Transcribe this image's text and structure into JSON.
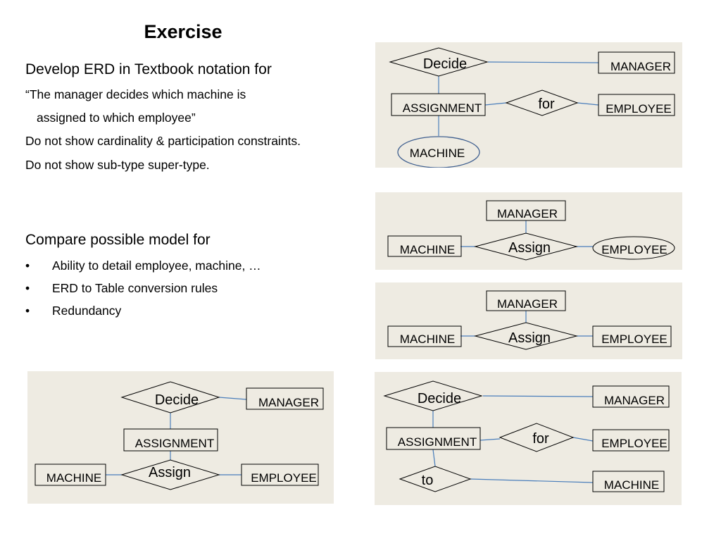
{
  "title": "Exercise",
  "intro": {
    "heading": "Develop ERD in Textbook notation for",
    "quote_line1": "“The manager decides which machine is",
    "quote_line2": "assigned to which employee”",
    "rule1": "Do not show cardinality & participation constraints.",
    "rule2": "Do not show sub-type super-type."
  },
  "compare": {
    "heading": "Compare possible model for",
    "bullet": "•",
    "items": [
      "Ability to detail employee, machine, …",
      "ERD to Table conversion rules",
      "Redundancy"
    ]
  },
  "diagram1": {
    "decide": "Decide",
    "manager": "MANAGER",
    "assignment": "ASSIGNMENT",
    "for": "for",
    "employee": "EMPLOYEE",
    "machine": "MACHINE"
  },
  "diagram2": {
    "manager": "MANAGER",
    "machine": "MACHINE",
    "assign": "Assign",
    "employee": "EMPLOYEE"
  },
  "diagram3": {
    "manager": "MANAGER",
    "machine": "MACHINE",
    "assign": "Assign",
    "employee": "EMPLOYEE"
  },
  "diagram4": {
    "decide": "Decide",
    "manager": "MANAGER",
    "assignment": "ASSIGNMENT",
    "machine": "MACHINE",
    "assign": "Assign",
    "employee": "EMPLOYEE"
  },
  "diagram5": {
    "decide": "Decide",
    "manager": "MANAGER",
    "assignment": "ASSIGNMENT",
    "for": "for",
    "employee": "EMPLOYEE",
    "to": "to",
    "machine": "MACHINE"
  },
  "colors": {
    "panel": "#eeebe2",
    "connector": "#4a7ebb",
    "shape_stroke": "#000000",
    "ellipse_stroke": "#3f5f8f"
  }
}
